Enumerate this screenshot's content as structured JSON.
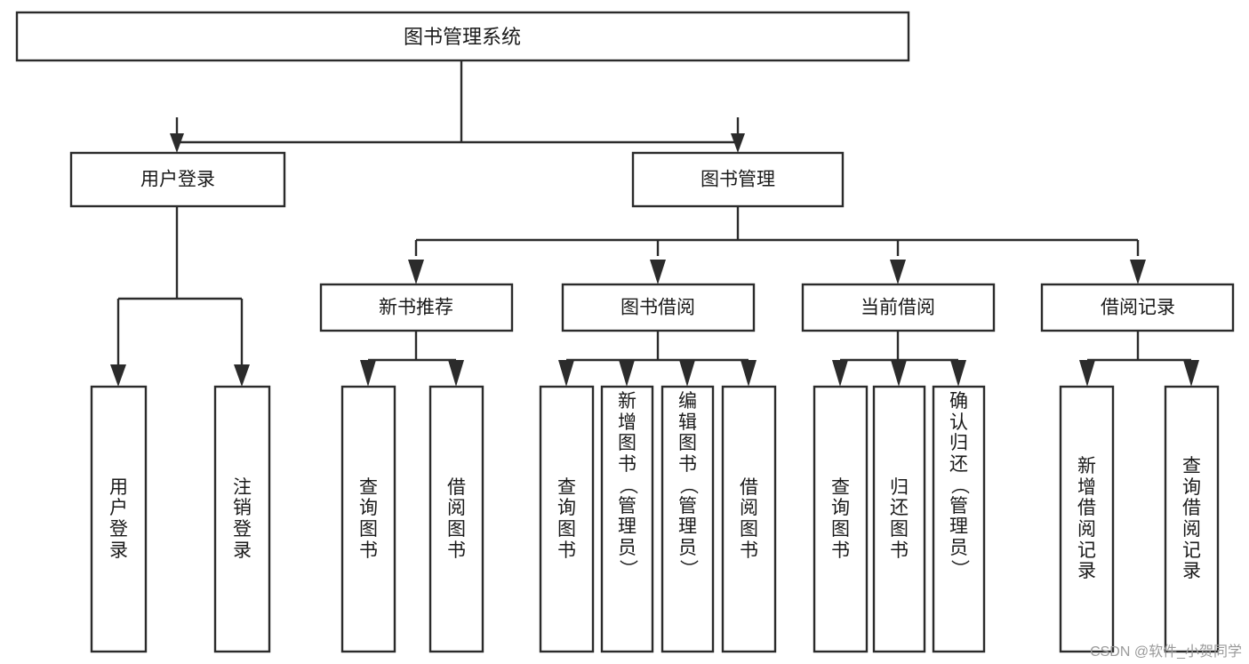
{
  "diagram": {
    "type": "hierarchy-tree",
    "title": "图书管理系统",
    "watermark": "CSDN @软件_小贺同学",
    "colors": {
      "background": "#ffffff",
      "node_fill": "#ffffff",
      "node_stroke": "#2b2b2b",
      "text": "#1a1a1a",
      "watermark": "#9a9a9a"
    },
    "levels": {
      "root": {
        "label": "图书管理系统"
      },
      "level2": [
        {
          "id": "user-login",
          "label": "用户登录"
        },
        {
          "id": "book-management",
          "label": "图书管理"
        }
      ],
      "level3": [
        {
          "id": "new-book-recommend",
          "label": "新书推荐",
          "parent": "book-management"
        },
        {
          "id": "book-borrow",
          "label": "图书借阅",
          "parent": "book-management"
        },
        {
          "id": "current-borrow",
          "label": "当前借阅",
          "parent": "book-management"
        },
        {
          "id": "borrow-record",
          "label": "借阅记录",
          "parent": "book-management"
        }
      ],
      "leaves": [
        {
          "id": "leaf-user-login",
          "label": "用户登录",
          "parent": "user-login"
        },
        {
          "id": "leaf-logout",
          "label": "注销登录",
          "parent": "user-login"
        },
        {
          "id": "leaf-query-book-1",
          "label": "查询图书",
          "parent": "new-book-recommend"
        },
        {
          "id": "leaf-borrow-book-1",
          "label": "借阅图书",
          "parent": "new-book-recommend"
        },
        {
          "id": "leaf-query-book-2",
          "label": "查询图书",
          "parent": "book-borrow"
        },
        {
          "id": "leaf-add-book",
          "label": "新增图书（管理员）",
          "parent": "book-borrow"
        },
        {
          "id": "leaf-edit-book",
          "label": "编辑图书（管理员）",
          "parent": "book-borrow"
        },
        {
          "id": "leaf-borrow-book-2",
          "label": "借阅图书",
          "parent": "book-borrow"
        },
        {
          "id": "leaf-query-book-3",
          "label": "查询图书",
          "parent": "current-borrow"
        },
        {
          "id": "leaf-return-book",
          "label": "归还图书",
          "parent": "current-borrow"
        },
        {
          "id": "leaf-confirm-return",
          "label": "确认归还（管理员）",
          "parent": "current-borrow"
        },
        {
          "id": "leaf-add-record",
          "label": "新增借阅记录",
          "parent": "borrow-record"
        },
        {
          "id": "leaf-query-record",
          "label": "查询借阅记录",
          "parent": "borrow-record"
        }
      ]
    }
  }
}
